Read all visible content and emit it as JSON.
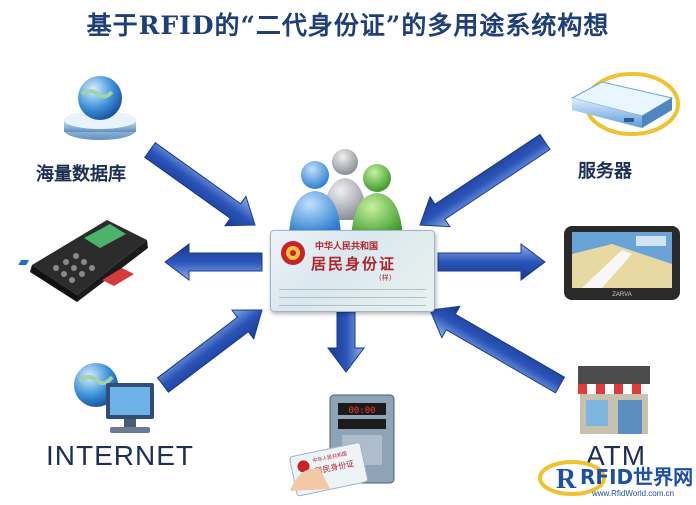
{
  "title": "基于RFID的“二代身份证”的多用途系统构想",
  "nodes": {
    "database": {
      "label": "海量数据库",
      "icon": "database-icon"
    },
    "server": {
      "label": "服务器",
      "icon": "server-icon"
    },
    "pos": {
      "icon": "pos-terminal-icon"
    },
    "gps": {
      "icon": "gps-navigator-icon",
      "brand": "ZARVA"
    },
    "internet": {
      "label": "INTERNET",
      "icon": "computer-globe-icon"
    },
    "atm": {
      "label": "ATM",
      "icon": "bank-building-icon"
    },
    "reader": {
      "icon": "card-reader-icon"
    },
    "people": {
      "icon": "people-group-icon"
    }
  },
  "id_card": {
    "country": "中华人民共和国",
    "name": "居民身份证",
    "tag": "(样)"
  },
  "reader_card": {
    "country": "中华人民共和国",
    "name": "居民身份证"
  },
  "watermark": {
    "logo": "RFID世界网",
    "url": "www.RfidWorld.com.cn"
  },
  "colors": {
    "title": "#1f3f78",
    "arrow": "#2a54b8",
    "label": "#1d2f55"
  }
}
